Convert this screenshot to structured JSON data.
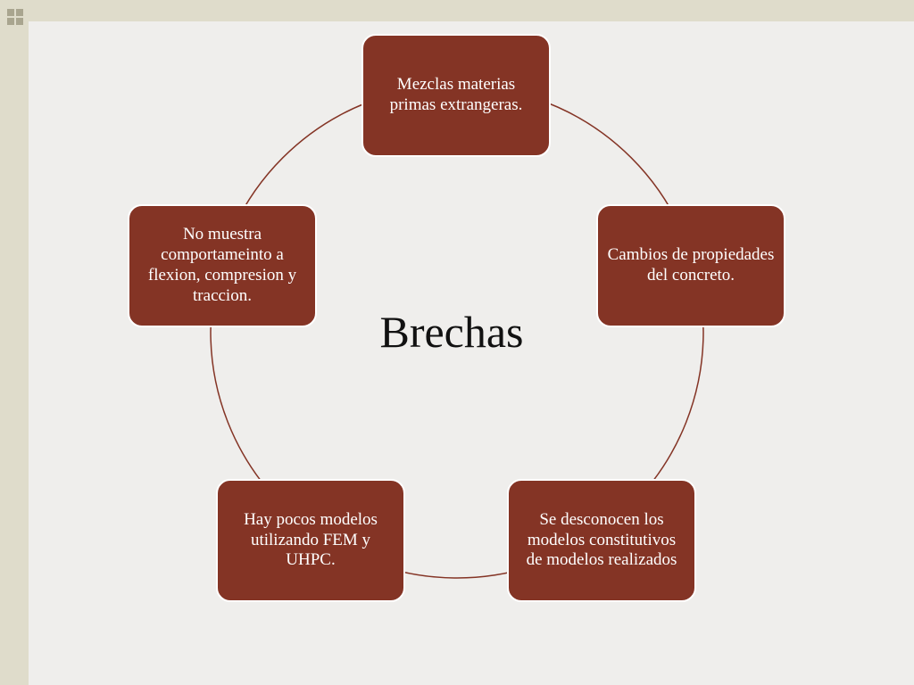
{
  "slide": {
    "title": "Brechas",
    "bullet_icon": "four-square-bullet-icon"
  },
  "cycle": {
    "nodes": [
      {
        "text": "Mezclas materias primas extrangeras."
      },
      {
        "text": "Cambios de propiedades del concreto."
      },
      {
        "text": "Se desconocen los modelos constitutivos de modelos realizados"
      },
      {
        "text": "Hay pocos modelos utilizando FEM  y UHPC."
      },
      {
        "text": "No muestra comportameinto a flexion, compresion y traccion."
      }
    ]
  },
  "colors": {
    "node_fill": "#843425",
    "ring": "#843425",
    "background": "#efeeec",
    "frame": "#dfdccb"
  }
}
